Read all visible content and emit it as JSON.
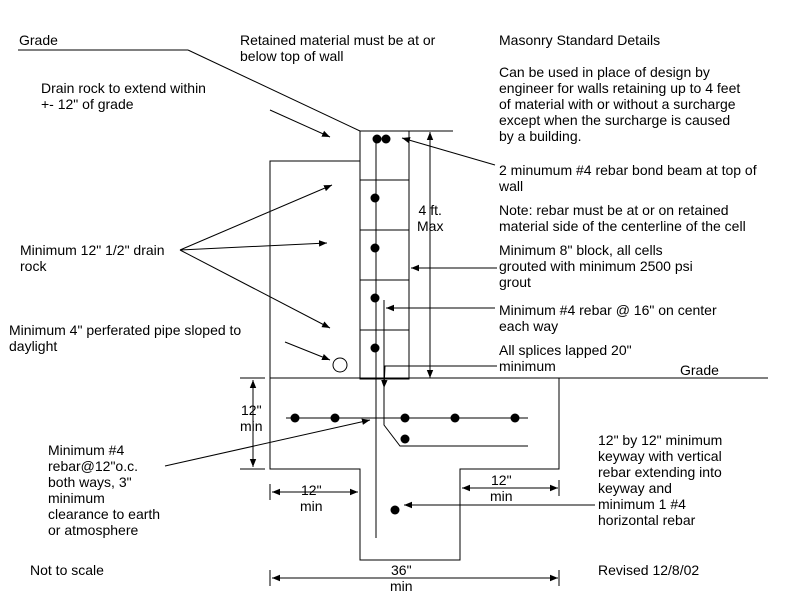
{
  "labels": {
    "grade_top": "Grade",
    "retained": "Retained material must be at or\nbelow top of wall",
    "title": "Masonry Standard Details",
    "can_be_used": "Can be used in place of design by\nengineer for walls retaining up to 4 feet\nof material with or without a surcharge\nexcept when the surcharge is caused\nby a building.",
    "drain_rock": "Drain rock to extend within\n+- 12\" of grade",
    "bond_beam": "2 minumum #4 rebar bond beam at top of\nwall",
    "four_ft": "4 ft.\nMax",
    "note": "Note: rebar must be at or on retained\nmaterial side of the centerline of the cell",
    "drain_min": "Minimum 12\" 1/2\" drain\nrock",
    "block": "Minimum 8\" block, all cells\ngrouted with minimum 2500 psi\ngrout",
    "rebar16": "Minimum #4 rebar @ 16\" on center\neach way",
    "pipe": "Minimum 4\" perferated pipe sloped to\ndaylight",
    "splices": "All splices lapped 20\"\nminimum",
    "grade_right": "Grade",
    "footing_12": "12\"\nmin",
    "rebar12": "Minimum #4\nrebar@12\"o.c.\nboth ways, 3\"\nminimum\nclearance to earth\nor atmosphere",
    "keyway": "12\" by 12\" minimum\nkeyway with vertical\nrebar extending into\nkeyway and\nminimum 1 #4\nhorizontal rebar",
    "toe_12": "12\"\nmin",
    "heel_12": "12\"\nmin",
    "not_to_scale": "Not to scale",
    "width_36": "36\"\nmin",
    "revised": "Revised 12/8/02"
  }
}
